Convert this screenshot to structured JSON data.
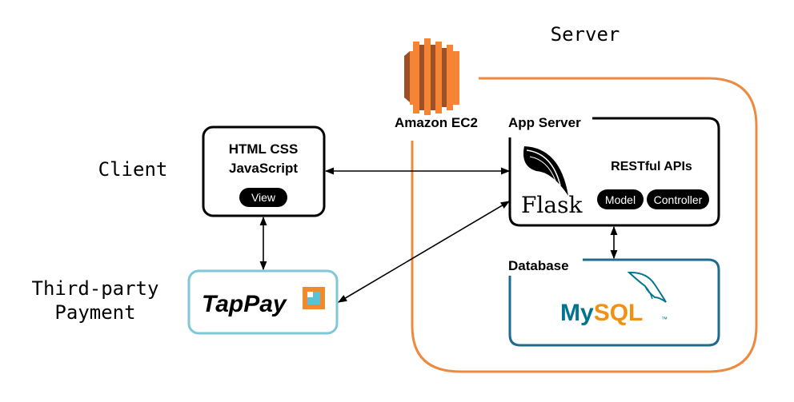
{
  "labels": {
    "server": "Server",
    "client": "Client",
    "third_party_line1": "Third-party",
    "third_party_line2": "Payment"
  },
  "ec2": {
    "label": "Amazon EC2",
    "icon": "aws-ec2-icon"
  },
  "client_box": {
    "line1": "HTML CSS",
    "line2": "JavaScript",
    "pill": "View"
  },
  "app_server": {
    "title": "App Server",
    "framework": "Flask",
    "apis": "RESTful APIs",
    "pills": [
      "Model",
      "Controller"
    ]
  },
  "database": {
    "title": "Database",
    "logo_part1": "My",
    "logo_part2": "SQL",
    "logo_tm": "™"
  },
  "payment": {
    "logo": "TapPay"
  },
  "colors": {
    "server_border": "#ee8a3f",
    "ec2_orange": "#f58534",
    "ec2_dark": "#9d5025",
    "db_border": "#1f6b8e",
    "tappay_border": "#7fc8d8",
    "tappay_square": "#f08a2c",
    "tappay_inner": "#5bc1d6",
    "mysql_blue": "#00758f",
    "mysql_orange": "#f29111"
  }
}
